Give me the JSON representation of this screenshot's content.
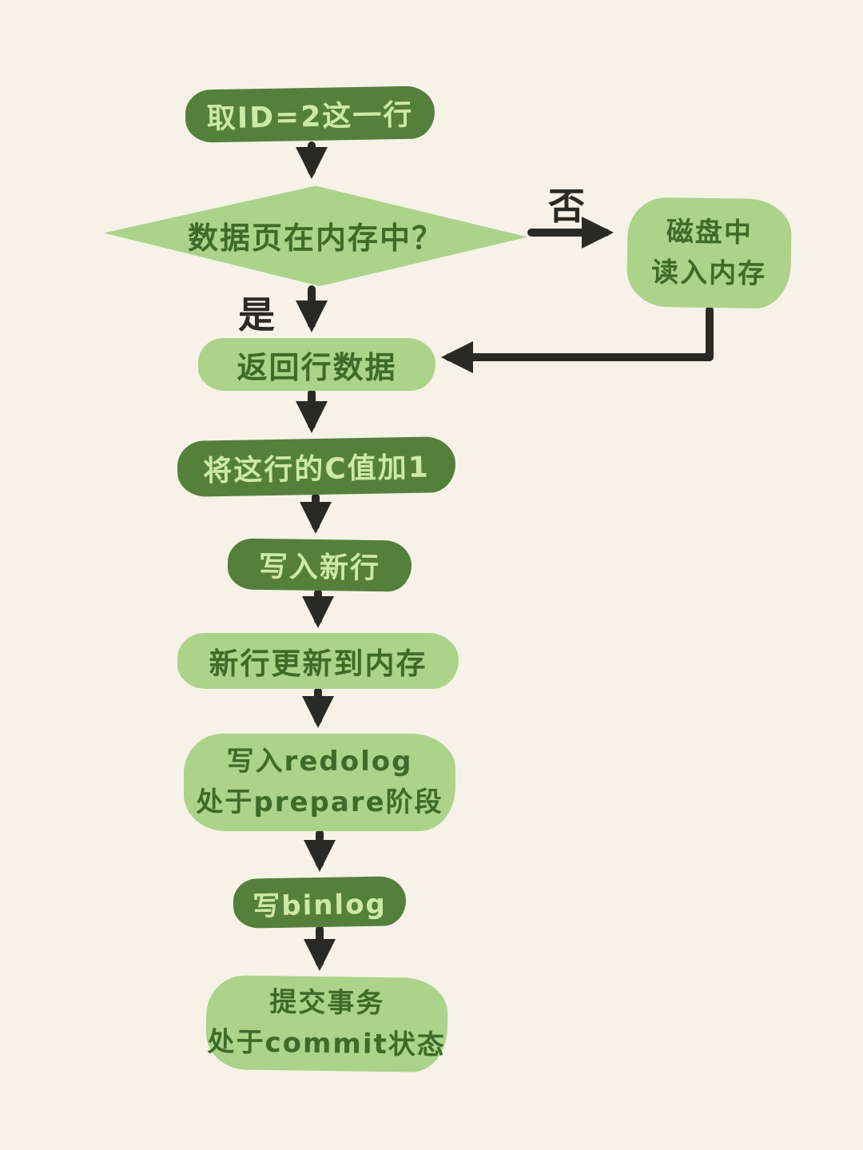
{
  "flowchart": {
    "nodes": {
      "start": {
        "label": "取ID=2这一行"
      },
      "decision": {
        "label": "数据页在内存中？"
      },
      "disk_read": {
        "line1": "磁盘中",
        "line2": "读入内存"
      },
      "return_row": {
        "label": "返回行数据"
      },
      "increment_c": {
        "label": "将这行的C值加1"
      },
      "write_new_row": {
        "label": "写入新行"
      },
      "update_memory": {
        "label": "新行更新到内存"
      },
      "write_redolog": {
        "line1": "写入redolog",
        "line2": "处于prepare阶段"
      },
      "write_binlog": {
        "label": "写binlog"
      },
      "commit": {
        "line1": "提交事务",
        "line2": "处于commit状态"
      }
    },
    "edge_labels": {
      "no": "否",
      "yes": "是"
    },
    "colors": {
      "background": "#f6f2e8",
      "dark_green": "#55803c",
      "light_green": "#abd389",
      "light_text": "#cde9a4",
      "dark_text": "#3e6b2a",
      "arrow": "#2a2a24"
    }
  }
}
